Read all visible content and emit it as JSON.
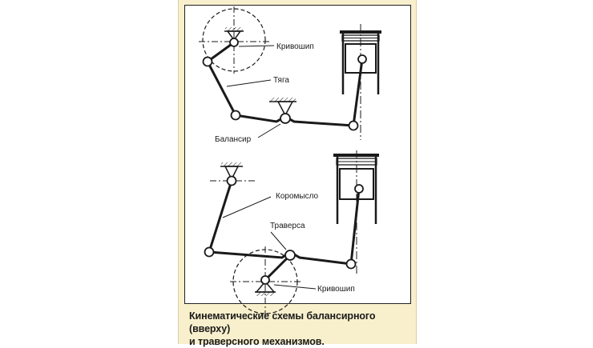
{
  "labels": {
    "krivoship_top": "Кривошип",
    "tyaga": "Тяга",
    "balansir": "Балансир",
    "koromyslo": "Коромысло",
    "traversa": "Траверса",
    "krivoship_bottom": "Кривошип"
  },
  "caption": {
    "line1": "Кинематические схемы балансирного (вверху)",
    "line2": "и траверсного механизмов."
  },
  "colors": {
    "panel": "#f8efcc",
    "ink": "#1a1a1a"
  }
}
